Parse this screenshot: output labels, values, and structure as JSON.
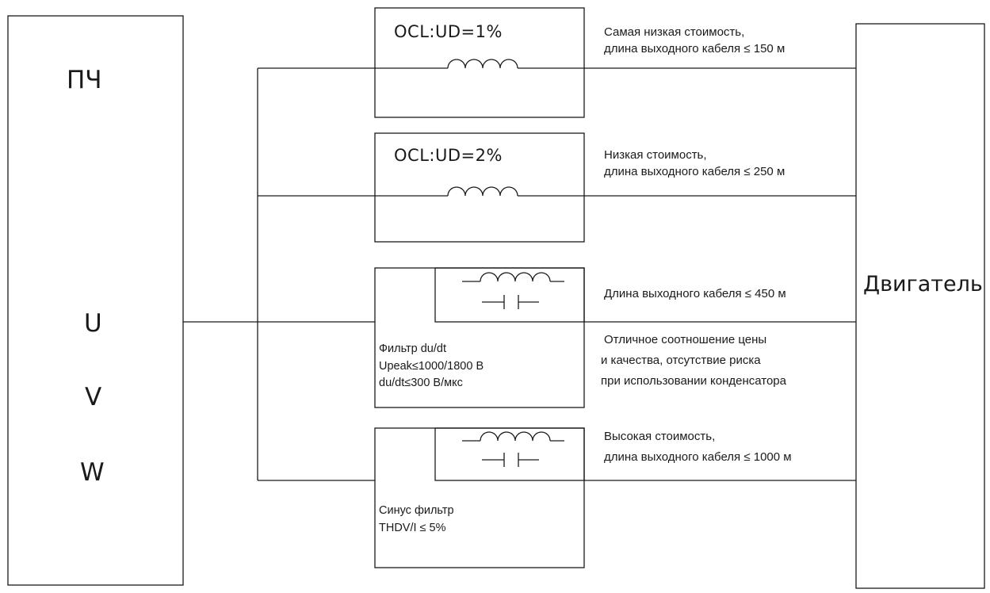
{
  "converter": {
    "title": "ПЧ",
    "phases": [
      "U",
      "V",
      "W"
    ]
  },
  "motor": {
    "label": "Двигатель"
  },
  "branches": [
    {
      "id": "reactor-1",
      "box_label": "OCL:UD=1%",
      "note_lines": [
        "Самая низкая стоимость,",
        "длина выходного кабеля ≤ 150 м"
      ]
    },
    {
      "id": "reactor-2",
      "box_label": "OCL:UD=2%",
      "note_lines": [
        "Низкая стоимость,",
        "длина выходного кабеля ≤ 250 м"
      ]
    },
    {
      "id": "dudt-filter",
      "box_lines": [
        "Фильтр du/dt",
        "Upeak≤1000/1800 В",
        "du/dt≤300 В/мкс"
      ],
      "note_top": "Длина выходного кабеля ≤ 450 м",
      "note_lines": [
        "Отличное соотношение цены",
        "и качества, отсутствие риска",
        "при использовании конденсатора"
      ]
    },
    {
      "id": "sine-filter",
      "box_lines": [
        "Синус фильтр",
        "THDV/I ≤ 5%"
      ],
      "note_lines": [
        "Высокая стоимость,",
        "длина выходного кабеля  ≤ 1000 м"
      ]
    }
  ],
  "colors": {
    "line": "#1a1a1a",
    "background": "#ffffff"
  }
}
